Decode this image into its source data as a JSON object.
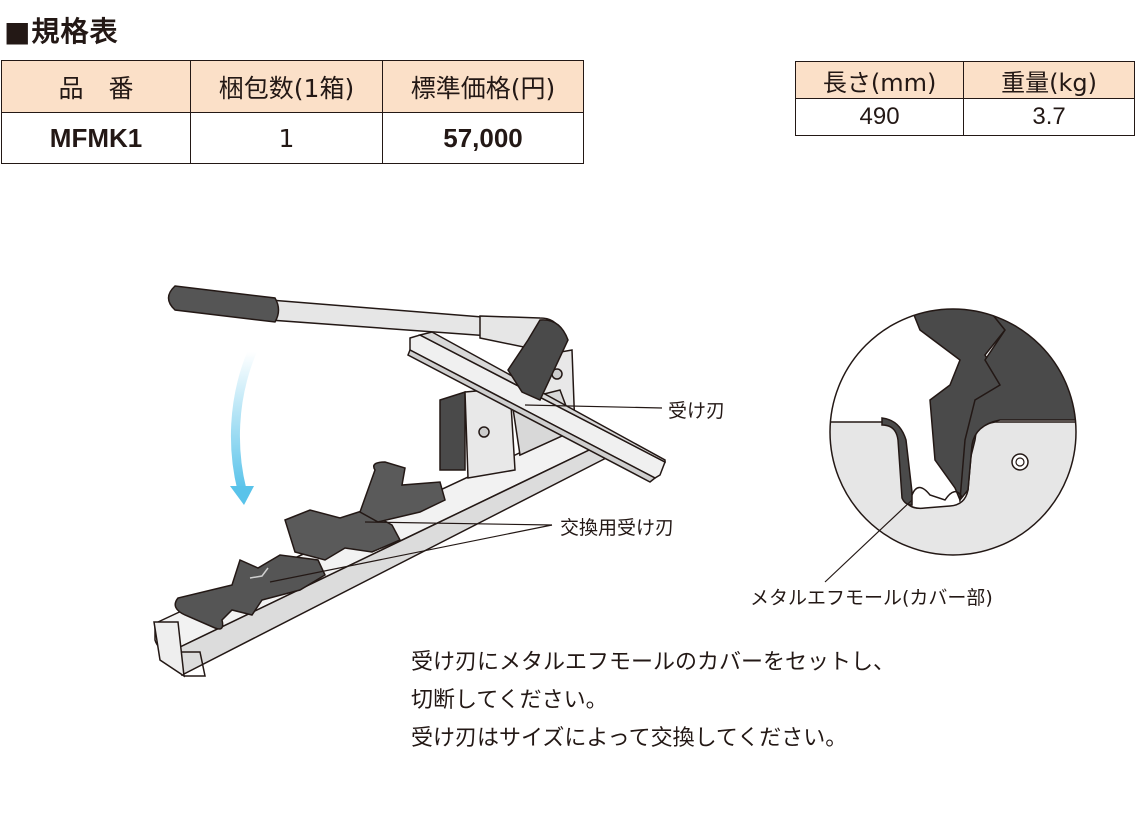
{
  "section_title": "■規格表",
  "table_main": {
    "headers": [
      "品　番",
      "梱包数(1箱)",
      "標準価格(円)"
    ],
    "row": [
      "MFMK1",
      "1",
      "57,000"
    ]
  },
  "table_size": {
    "headers": [
      "長さ(mm)",
      "重量(kg)"
    ],
    "row": [
      "490",
      "3.7"
    ]
  },
  "callouts": {
    "receiving_blade": "受け刃",
    "replacement_blade": "交換用受け刃",
    "metal_molding": "メタルエフモール(カバー部)"
  },
  "instructions": [
    "受け刃にメタルエフモールのカバーをセットし、",
    "切断してください。",
    "受け刃はサイズによって交換してください。"
  ],
  "colors": {
    "header_bg": "#fbe0c8",
    "arrow": "#59c3ea",
    "blade": "#4a4a4a",
    "metal": "#e6e6e6"
  }
}
